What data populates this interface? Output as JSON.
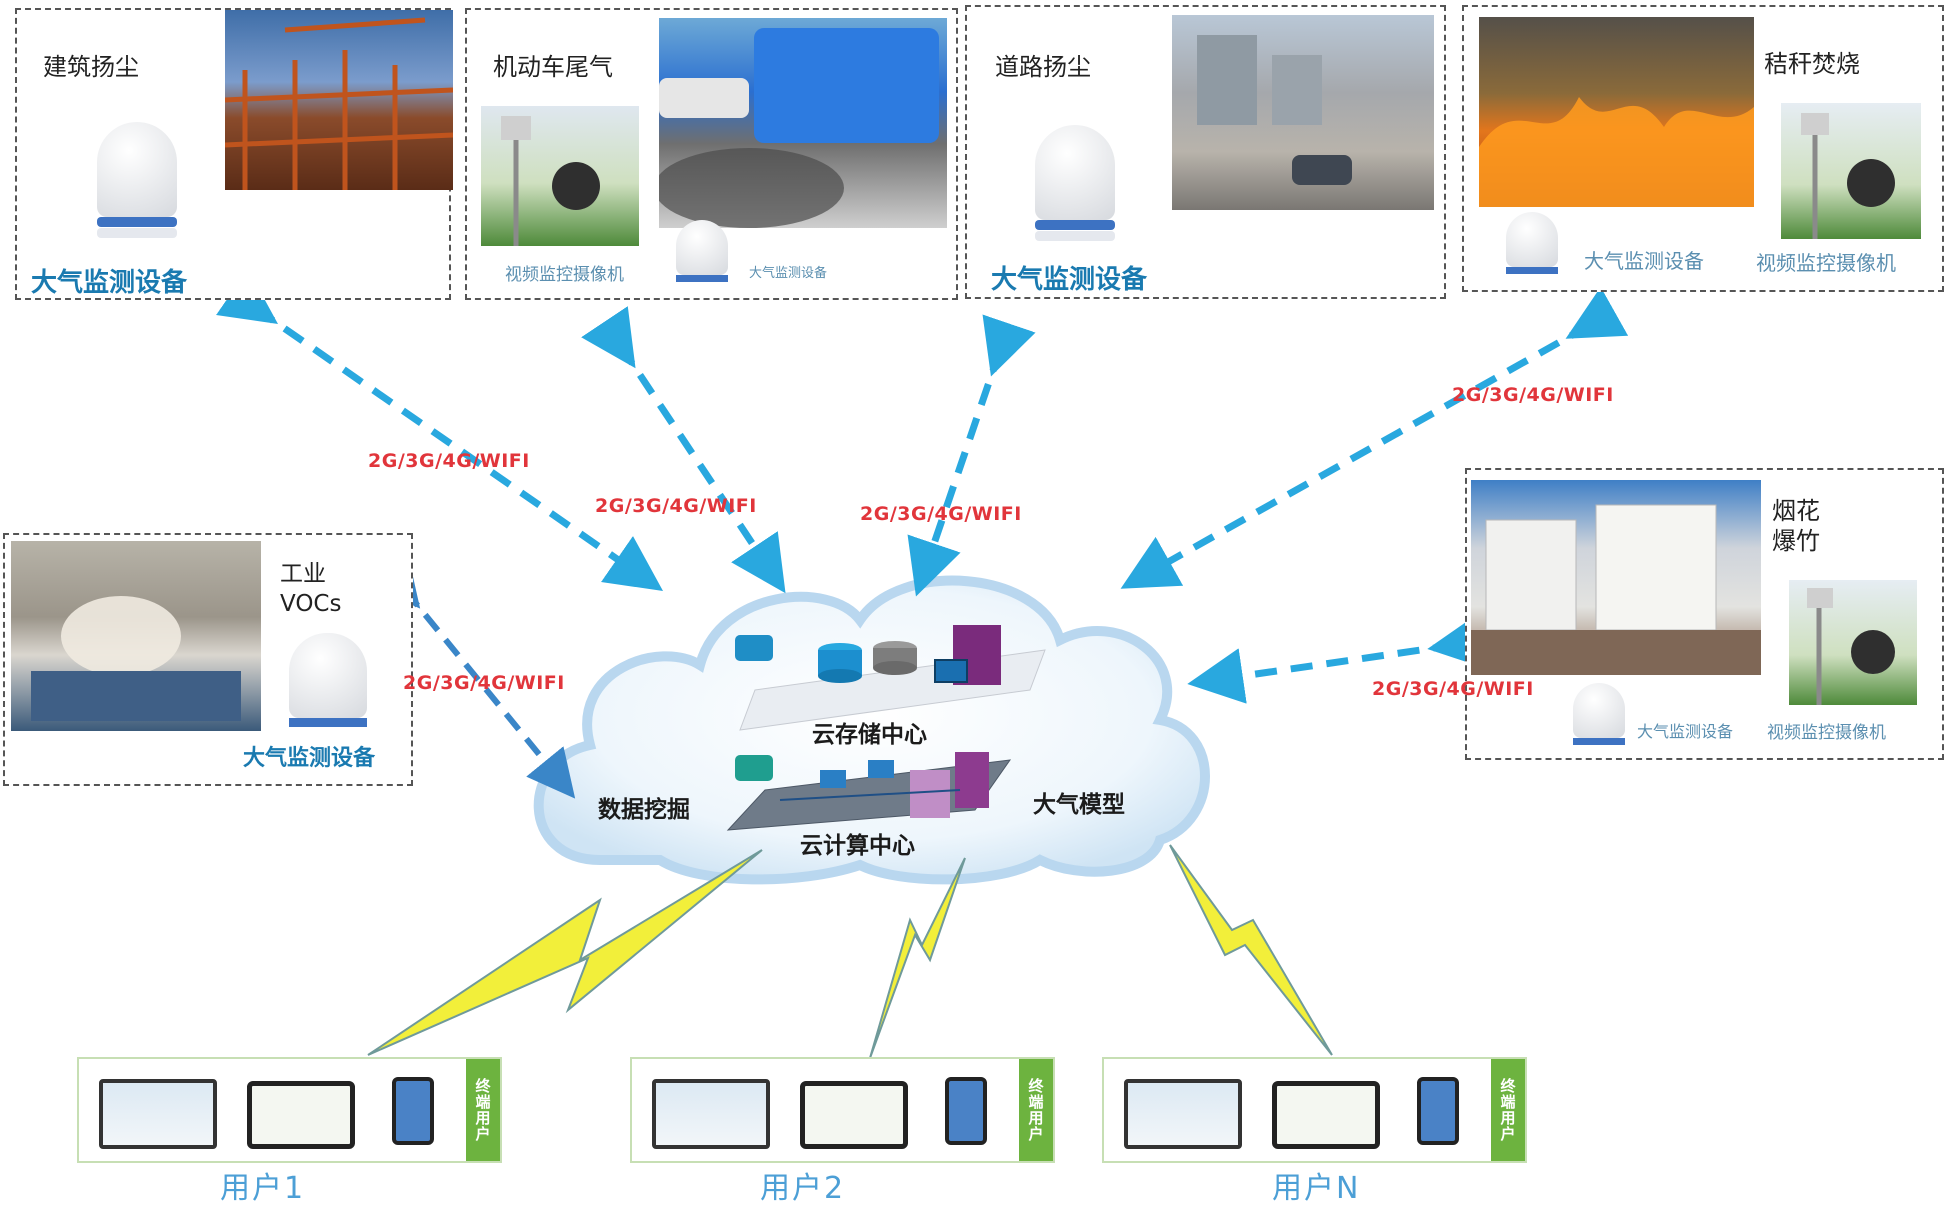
{
  "panels": {
    "construction": {
      "title": "建筑扬尘",
      "device": "大气监测设备"
    },
    "vehicle": {
      "title": "机动车尾气",
      "camera": "视频监控摄像机",
      "device": "大气监测设备"
    },
    "road": {
      "title": "道路扬尘",
      "device": "大气监测设备"
    },
    "straw": {
      "title": "秸秆焚烧",
      "device": "大气监测设备",
      "camera": "视频监控摄像机"
    },
    "industry": {
      "title": "工业\nVOCs",
      "device": "大气监测设备"
    },
    "fireworks": {
      "title": "烟花\n爆竹",
      "device": "大气监测设备",
      "camera": "视频监控摄像机"
    }
  },
  "links": {
    "l1": "2G/3G/4G/WIFI",
    "l2": "2G/3G/4G/WIFI",
    "l3": "2G/3G/4G/WIFI",
    "l4": "2G/3G/4G/WIFI",
    "l5": "2G/3G/4G/WIFI",
    "l6": "2G/3G/4G/WIFI"
  },
  "cloud": {
    "storage": "云存储中心",
    "compute": "云计算中心",
    "mining": "数据挖掘",
    "model": "大气模型"
  },
  "users": [
    {
      "tag": "终端用户",
      "name": "用户1"
    },
    {
      "tag": "终端用户",
      "name": "用户2"
    },
    {
      "tag": "终端用户",
      "name": "用户N"
    }
  ],
  "colors": {
    "arrow": "#29a8df",
    "cloud_edge": "#b9d7ef",
    "bolt": "#f2ef3a",
    "accent": "#6db33f",
    "link_text": "#e1353b"
  }
}
